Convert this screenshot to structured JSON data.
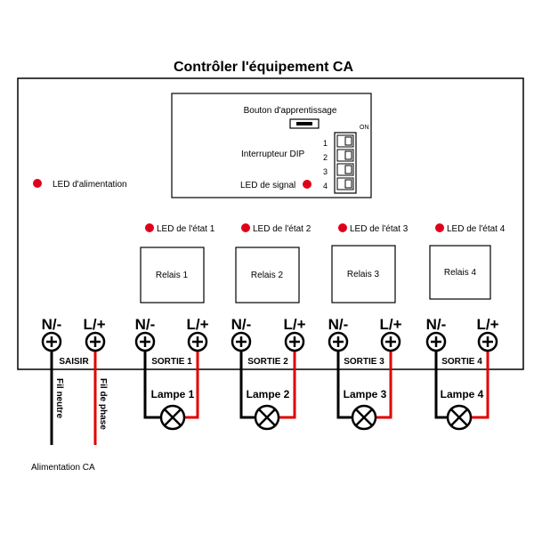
{
  "title": "Contrôler l'équipement CA",
  "learn_button_label": "Bouton d'apprentissage",
  "dip": {
    "label": "Interrupteur DIP",
    "on_label": "ON",
    "numbers": [
      "1",
      "2",
      "3",
      "4"
    ]
  },
  "signal_led_label": "LED de signal",
  "power_led_label": "LED d'alimentation",
  "status_leds": [
    "LED de l'état 1",
    "LED de l'état 2",
    "LED de l'état 3",
    "LED de l'état 4"
  ],
  "relays": [
    "Relais 1",
    "Relais 2",
    "Relais 3",
    "Relais 4"
  ],
  "terminal_labels": {
    "neutral": "N/-",
    "line": "L/+"
  },
  "input_label": "SAISIR",
  "outputs": [
    "SORTIE 1",
    "SORTIE 2",
    "SORTIE 3",
    "SORTIE 4"
  ],
  "lamps": [
    "Lampe 1",
    "Lampe 2",
    "Lampe 3",
    "Lampe 4"
  ],
  "neutral_wire_label": "Fil neutre",
  "phase_wire_label": "Fil de phase",
  "ac_supply_label": "Alimentation CA",
  "colors": {
    "led": "#e0001b",
    "phase_wire": "#e00000",
    "neutral_wire": "#000000"
  }
}
